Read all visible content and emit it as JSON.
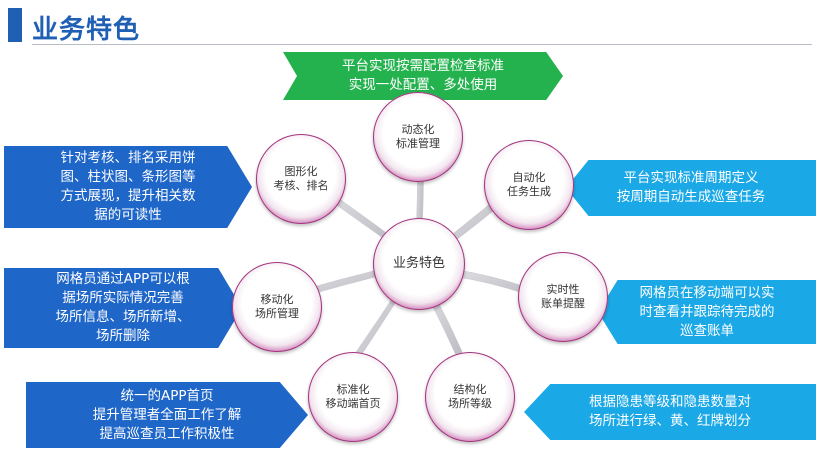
{
  "page": {
    "title": "业务特色"
  },
  "center": {
    "label": "业务特色"
  },
  "nodes": [
    {
      "label": "动态化\n标准管理"
    },
    {
      "label": "自动化\n任务生成"
    },
    {
      "label": "实时性\n账单提醒"
    },
    {
      "label": "结构化\n场所等级"
    },
    {
      "label": "标准化\n移动端首页"
    },
    {
      "label": "移动化\n场所管理"
    },
    {
      "label": "图形化\n考核、排名"
    }
  ],
  "callouts": [
    {
      "text": "平台实现按需配置检查标准\n实现一处配置、多处使用",
      "color": "#24b24e"
    },
    {
      "text": "平台实现标准周期定义\n按周期自动生成巡查任务",
      "color": "#1aa8e6"
    },
    {
      "text": "网格员在移动端可以实\n时查看并跟踪待完成的\n巡查账单",
      "color": "#1aa8e6"
    },
    {
      "text": "根据隐患等级和隐患数量对\n场所进行绿、黄、红牌划分",
      "color": "#1aa8e6"
    },
    {
      "text": "统一的APP首页\n提升管理者全面工作了解\n提高巡查员工作积极性",
      "color": "#1f66c9"
    },
    {
      "text": "网格员通过APP可以根\n据场所实际情况完善\n场所信息、场所新增、\n场所删除",
      "color": "#1f66c9"
    },
    {
      "text": "针对考核、排名采用饼\n图、柱状图、条形图等\n方式展现，提升相关数\n据的可读性",
      "color": "#1f66c9"
    }
  ]
}
